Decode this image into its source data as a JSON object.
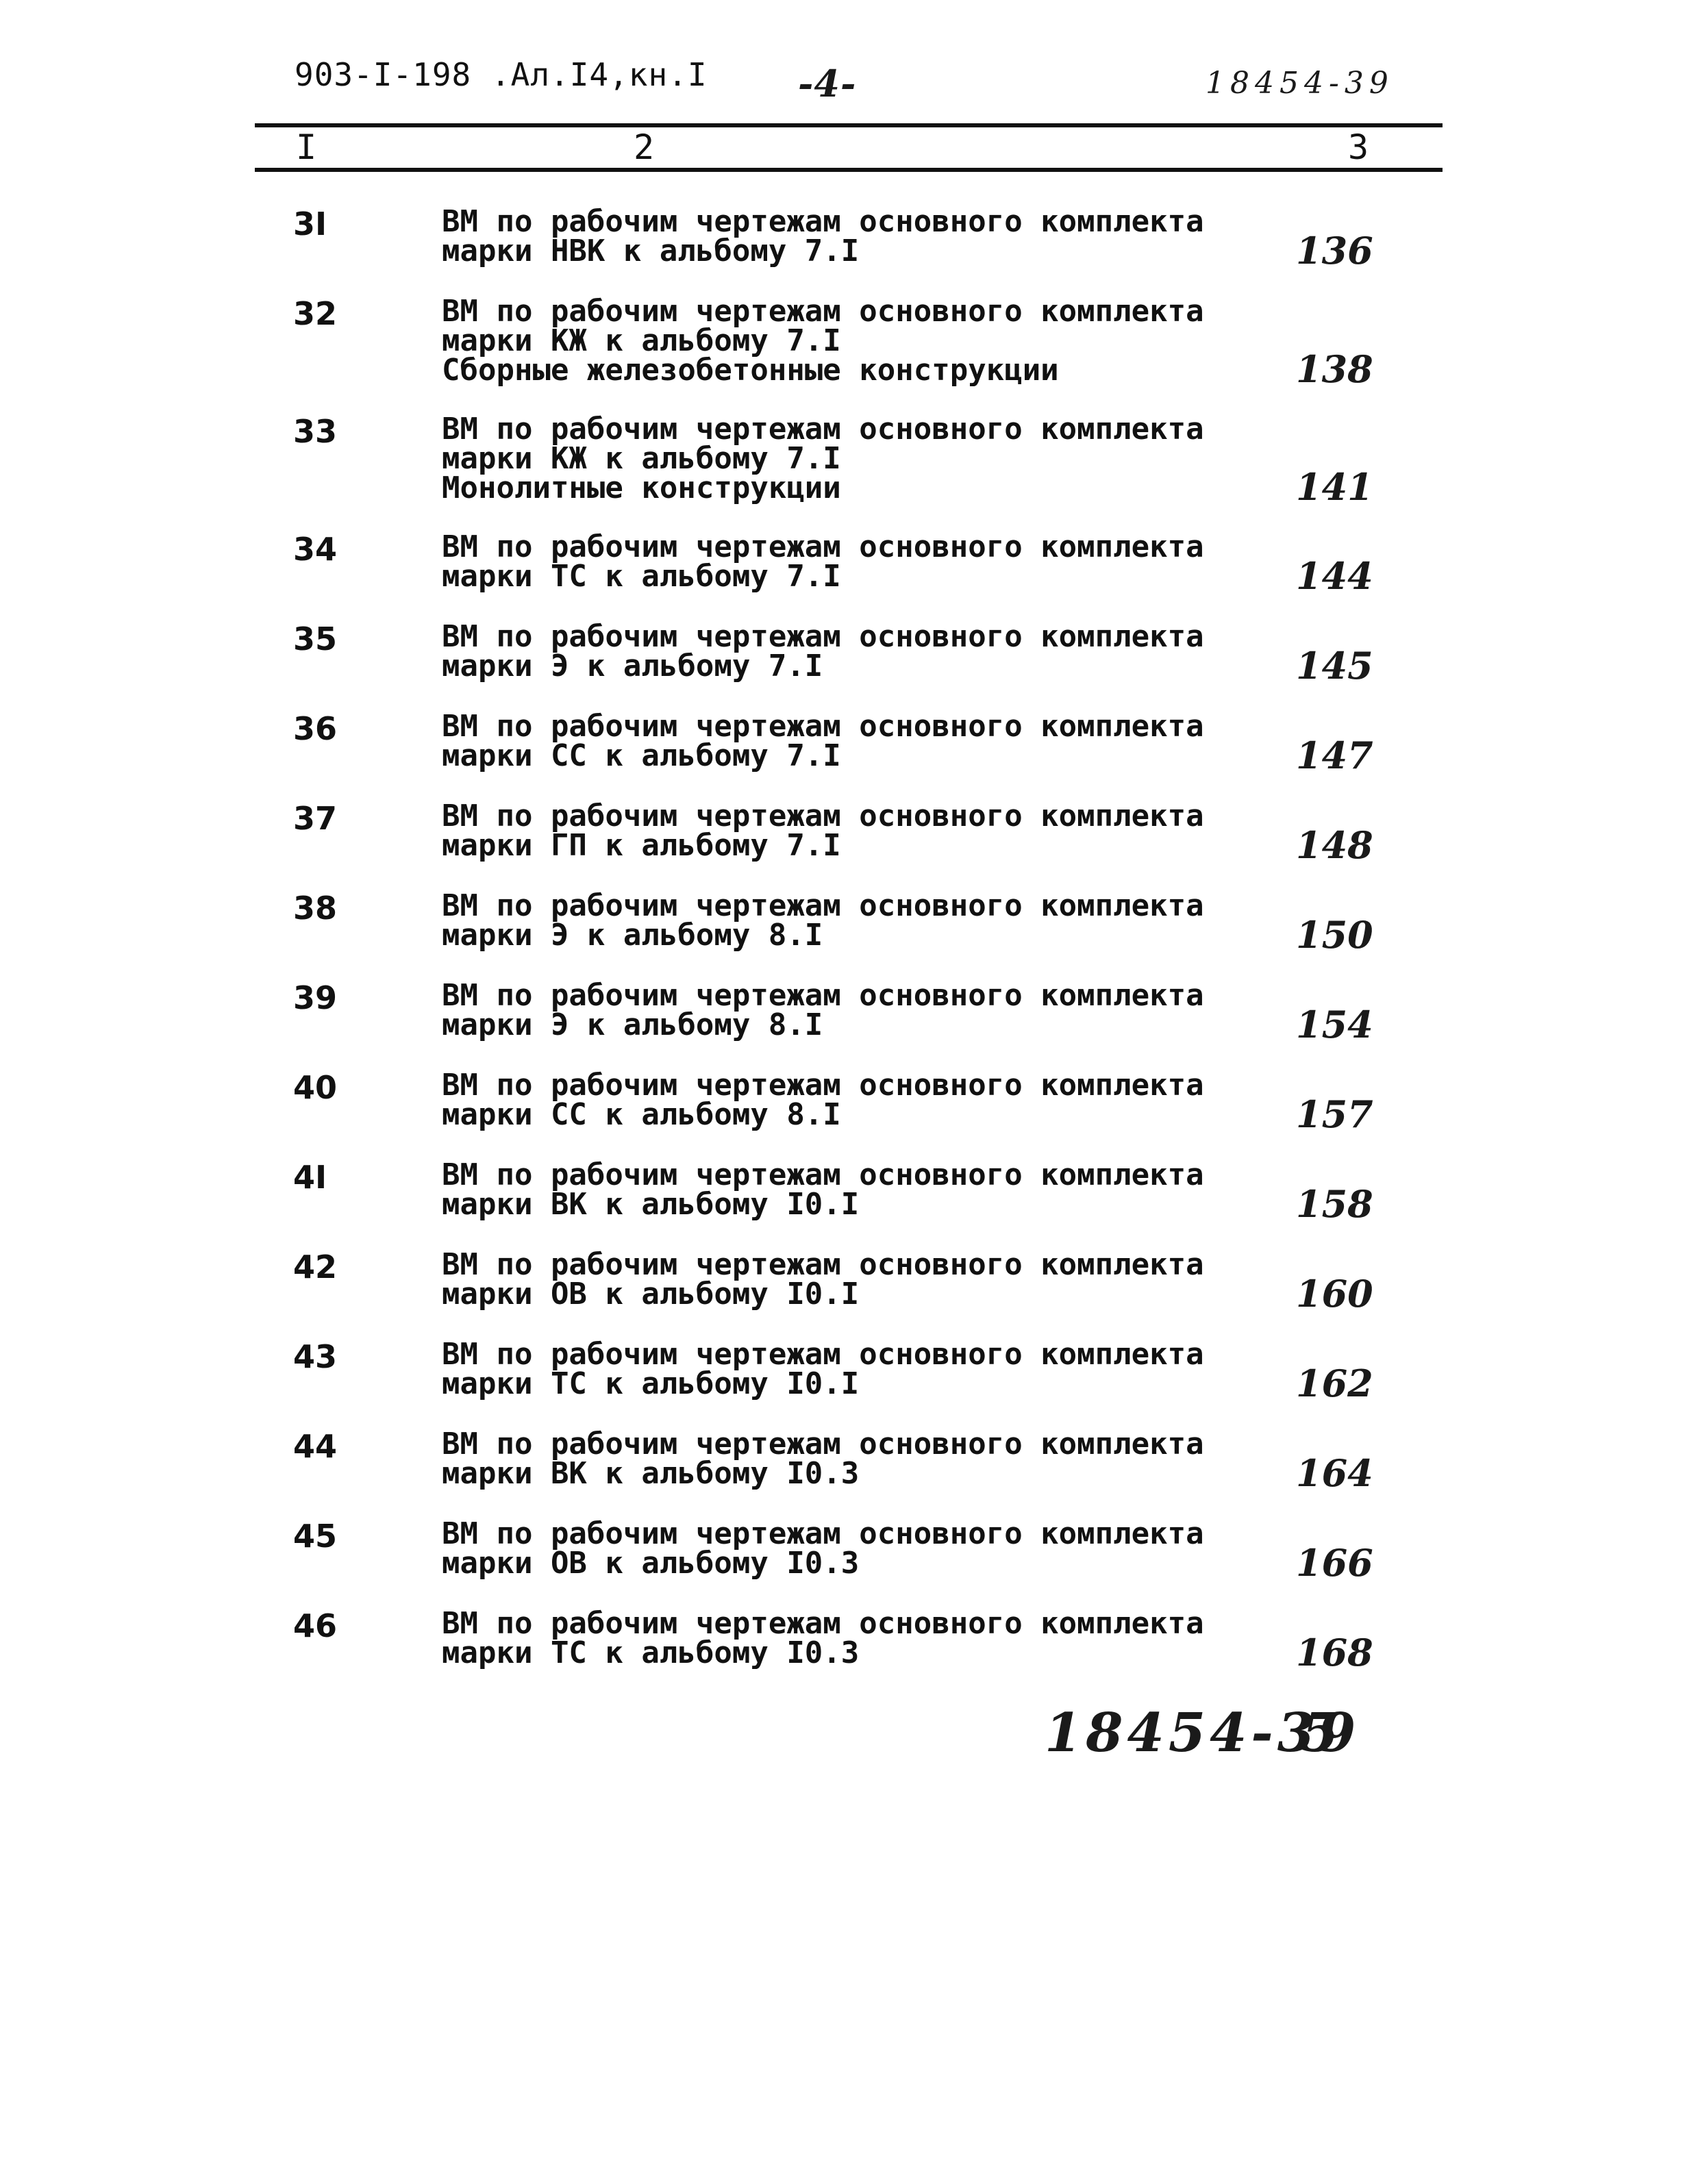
{
  "header": {
    "doc_code": "903-I-198 .Ал.I4,кн.I",
    "page_number": "-4-",
    "archive_number": "18454-39"
  },
  "columns": [
    "I",
    "2",
    "3"
  ],
  "rows": [
    {
      "num": "3I",
      "lines": [
        "ВМ по рабочим чертежам основного комплекта",
        "марки НВК к альбому 7.I"
      ],
      "page": "136"
    },
    {
      "num": "32",
      "lines": [
        "ВМ по рабочим чертежам основного комплекта",
        "марки КЖ к альбому 7.I",
        "Сборные железобетонные конструкции"
      ],
      "page": "138"
    },
    {
      "num": "33",
      "lines": [
        "ВМ по рабочим чертежам основного комплекта",
        "марки КЖ к альбому 7.I",
        "Монолитные конструкции"
      ],
      "page": "141"
    },
    {
      "num": "34",
      "lines": [
        "ВМ по рабочим чертежам основного комплекта",
        "марки ТС к альбому 7.I"
      ],
      "page": "144"
    },
    {
      "num": "35",
      "lines": [
        "ВМ по рабочим чертежам основного комплекта",
        "марки Э к альбому 7.I"
      ],
      "page": "145"
    },
    {
      "num": "36",
      "lines": [
        "ВМ по рабочим чертежам основного комплекта",
        "марки СС к альбому 7.I"
      ],
      "page": "147"
    },
    {
      "num": "37",
      "lines": [
        "ВМ по рабочим чертежам основного комплекта",
        "марки ГП к альбому 7.I"
      ],
      "page": "148"
    },
    {
      "num": "38",
      "lines": [
        "ВМ по рабочим чертежам основного комплекта",
        "марки Э к альбому 8.I"
      ],
      "page": "150"
    },
    {
      "num": "39",
      "lines": [
        "ВМ по рабочим чертежам основного комплекта",
        "марки Э к альбому 8.I"
      ],
      "page": "154"
    },
    {
      "num": "40",
      "lines": [
        "ВМ по рабочим чертежам основного комплекта",
        "марки СС к альбому 8.I"
      ],
      "page": "157"
    },
    {
      "num": "4I",
      "lines": [
        "ВМ по рабочим чертежам основного комплекта",
        "марки ВК к альбому I0.I"
      ],
      "page": "158"
    },
    {
      "num": "42",
      "lines": [
        "ВМ по рабочим чертежам основного комплекта",
        "марки ОВ к альбому I0.I"
      ],
      "page": "160"
    },
    {
      "num": "43",
      "lines": [
        "ВМ по рабочим чертежам основного комплекта",
        "марки ТС к альбому I0.I"
      ],
      "page": "162"
    },
    {
      "num": "44",
      "lines": [
        "ВМ по рабочим чертежам основного комплекта",
        "марки ВК к альбому I0.3"
      ],
      "page": "164"
    },
    {
      "num": "45",
      "lines": [
        "ВМ по рабочим чертежам основного комплекта",
        "марки ОВ к альбому I0.3"
      ],
      "page": "166"
    },
    {
      "num": "46",
      "lines": [
        "ВМ по рабочим чертежам основного комплекта",
        "марки ТС к альбому I0.3"
      ],
      "page": "168"
    }
  ],
  "footer": {
    "archive_number": "18454-39",
    "sheet_number": "5"
  }
}
